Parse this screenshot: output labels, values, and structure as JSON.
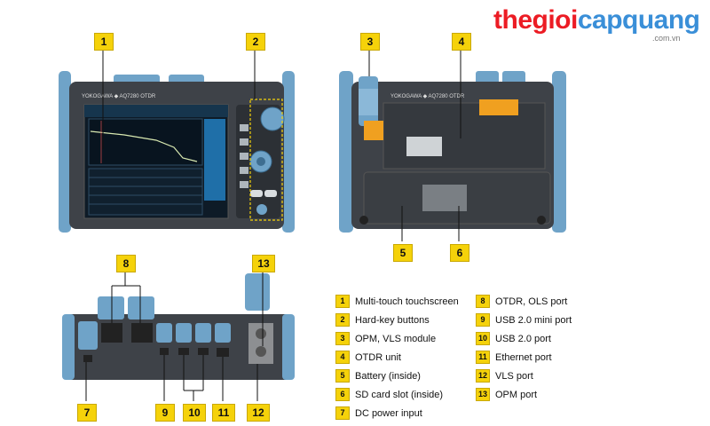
{
  "brand": {
    "part1": "thegioi",
    "part2": "capquang",
    "suffix": ".com.vn"
  },
  "device": {
    "front_logo": "YOKOGAWA ◆ AQ7280 OTDR",
    "back_logo": "YOKOGAWA ◆ AQ7280 OTDR",
    "colors": {
      "body": "#3e4248",
      "bumper": "#6fa3c8",
      "screen": "#0e1b27",
      "trace": "#d8e8b0",
      "tag": "#f5d20a"
    }
  },
  "callouts": [
    {
      "num": "1"
    },
    {
      "num": "2"
    },
    {
      "num": "3"
    },
    {
      "num": "4"
    },
    {
      "num": "5"
    },
    {
      "num": "6"
    },
    {
      "num": "7"
    },
    {
      "num": "8"
    },
    {
      "num": "9"
    },
    {
      "num": "10"
    },
    {
      "num": "11"
    },
    {
      "num": "12"
    },
    {
      "num": "13"
    }
  ],
  "legend": [
    {
      "num": "1",
      "label": "Multi-touch touchscreen"
    },
    {
      "num": "2",
      "label": "Hard-key buttons"
    },
    {
      "num": "3",
      "label": "OPM, VLS module"
    },
    {
      "num": "4",
      "label": "OTDR unit"
    },
    {
      "num": "5",
      "label": "Battery (inside)"
    },
    {
      "num": "6",
      "label": "SD card slot (inside)"
    },
    {
      "num": "7",
      "label": "DC power input"
    },
    {
      "num": "8",
      "label": "OTDR, OLS port"
    },
    {
      "num": "9",
      "label": "USB 2.0 mini port"
    },
    {
      "num": "10",
      "label": "USB 2.0 port"
    },
    {
      "num": "11",
      "label": "Ethernet port"
    },
    {
      "num": "12",
      "label": "VLS port"
    },
    {
      "num": "13",
      "label": "OPM port"
    }
  ]
}
